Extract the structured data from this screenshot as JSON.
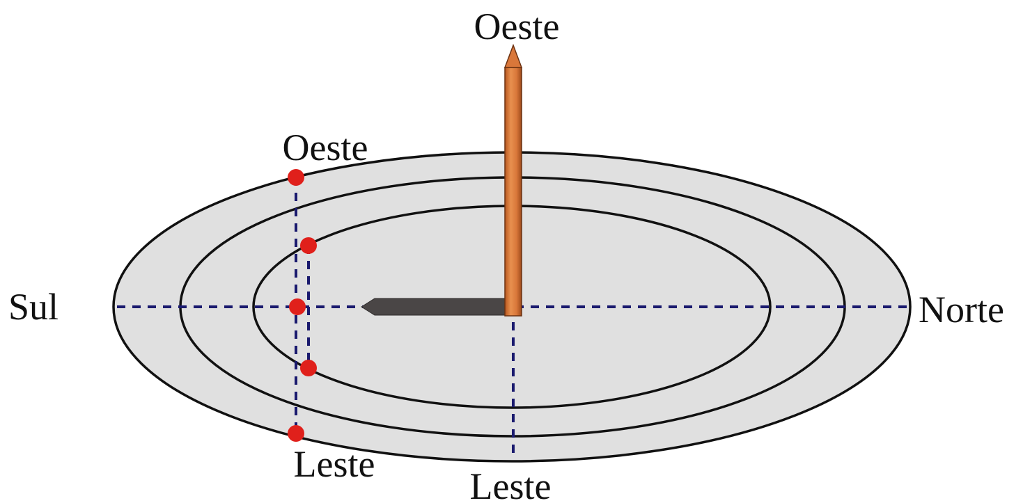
{
  "labels": {
    "top_oeste": "Oeste",
    "ring_oeste": "Oeste",
    "sul": "Sul",
    "norte": "Norte",
    "ring_leste": "Leste",
    "bottom_leste": "Leste"
  },
  "colors": {
    "disc_fill": "#e0e0e0",
    "ring_stroke": "#111111",
    "guide_dash": "#1a1a6e",
    "gnomon": "#d9773a",
    "gnomon_dark": "#9c4a1b",
    "shadow": "#4a4646",
    "sun_marker": "#e0201b"
  },
  "icons": {
    "gnomon": "vertical-stick-icon",
    "shadow": "shadow-arrow-icon",
    "markers": "red-dot-icon"
  }
}
